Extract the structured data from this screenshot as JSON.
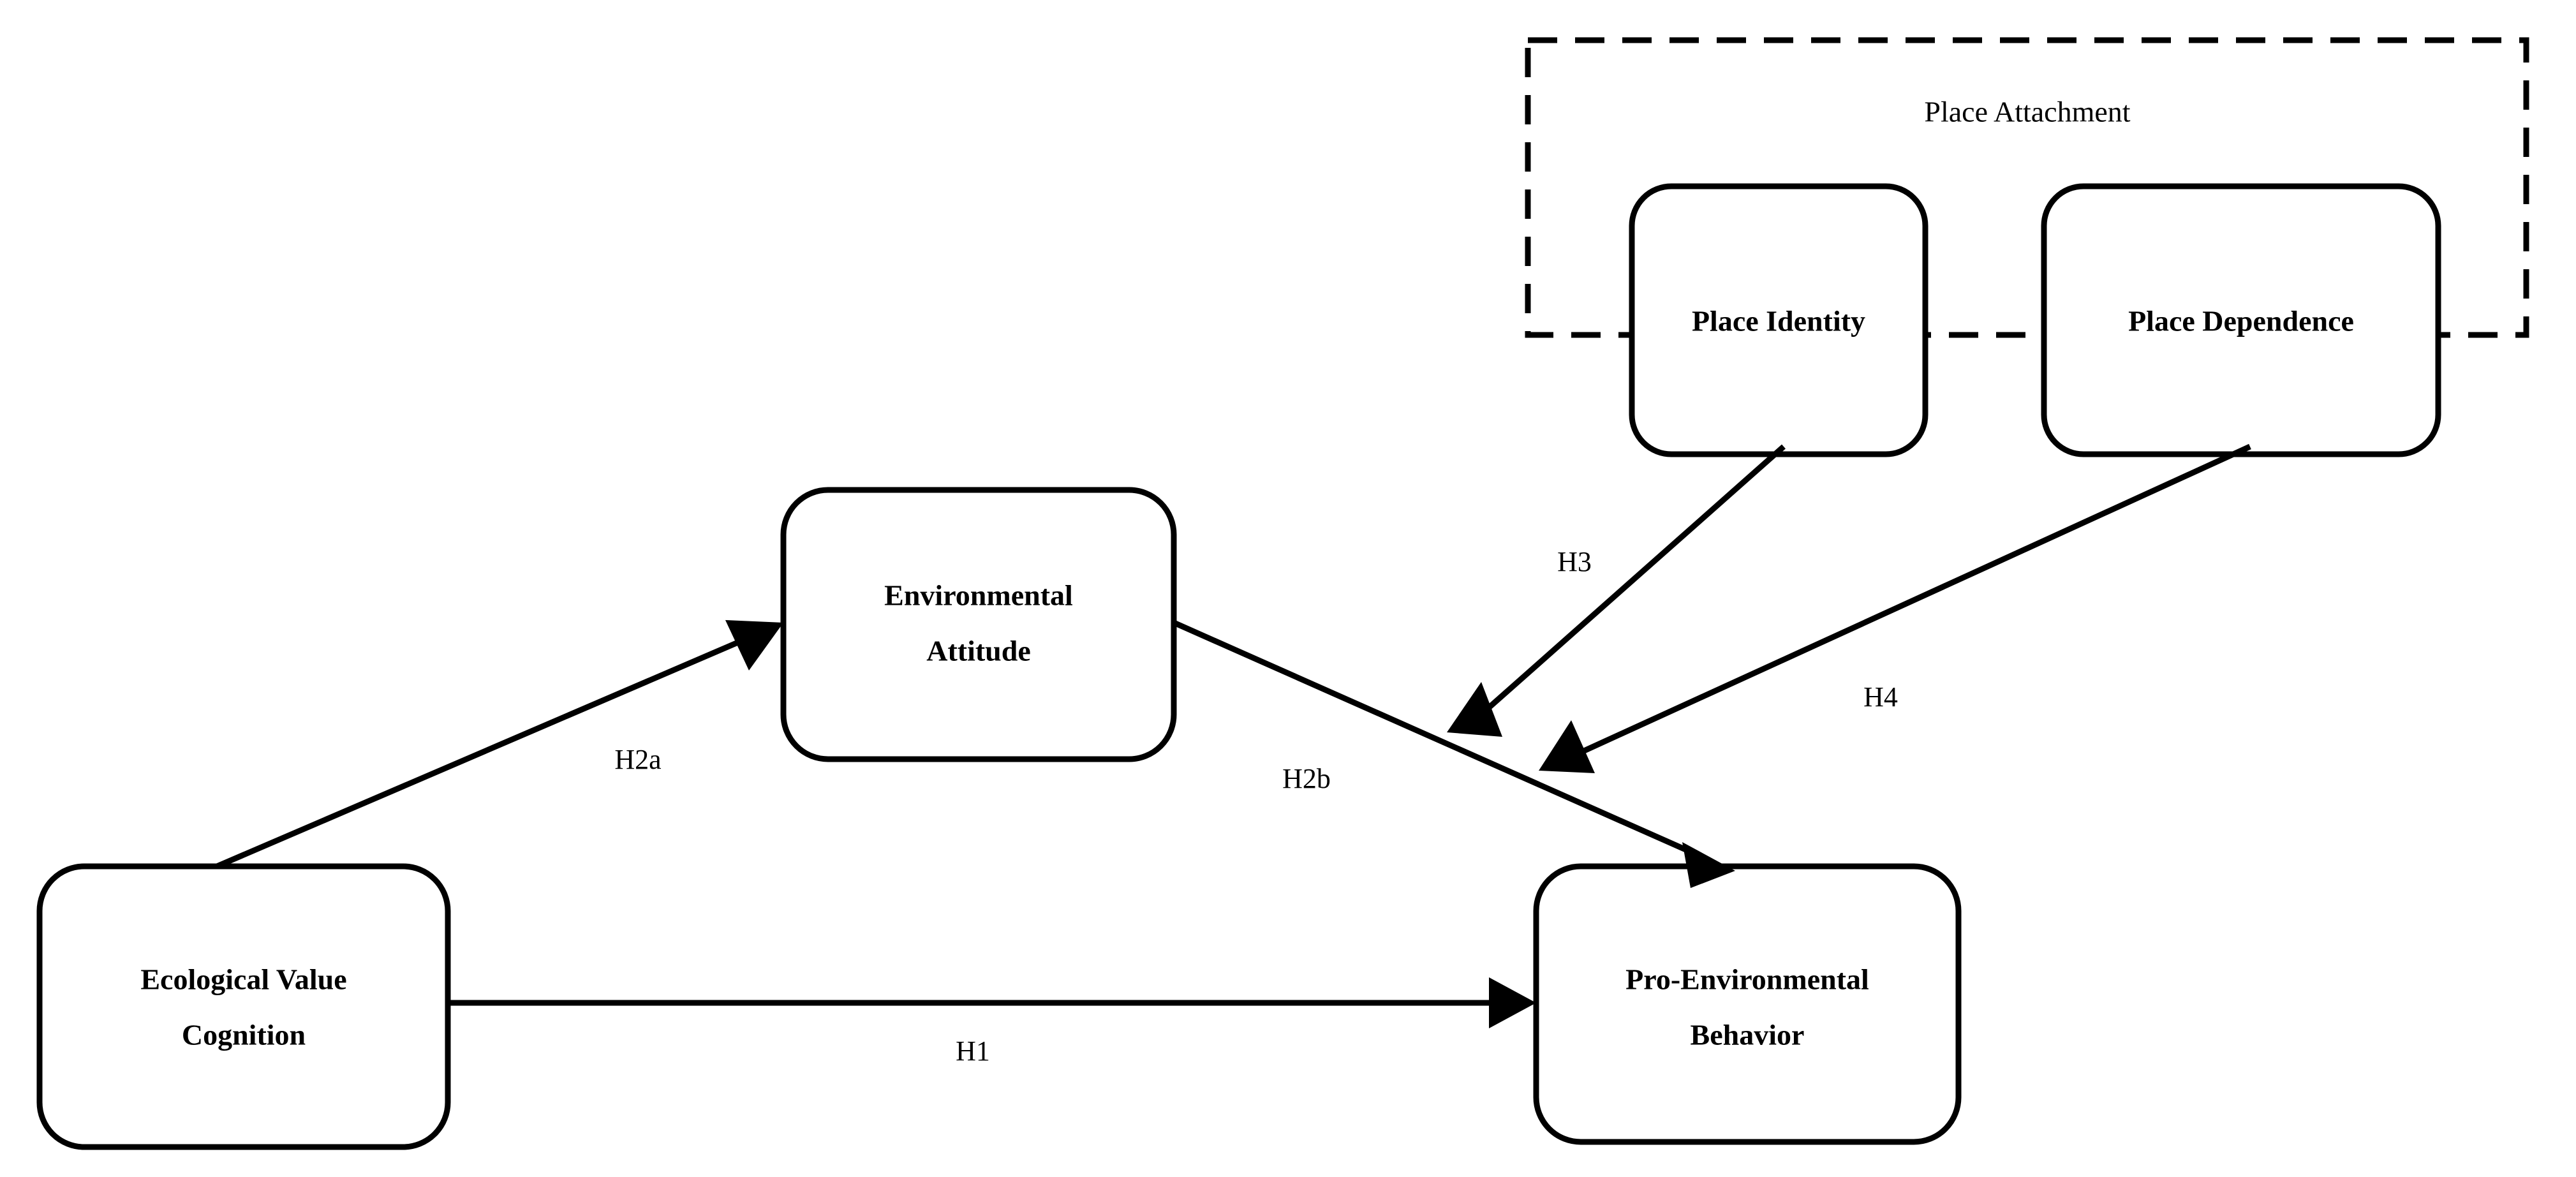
{
  "diagram": {
    "type": "conceptual-model",
    "title": "",
    "background_color": "#ffffff",
    "stroke_color": "#000000",
    "nodes": [
      {
        "id": "ecological-value-cognition",
        "label_line1": "Ecological Value",
        "label_line2": "Cognition",
        "shape": "rounded-rectangle"
      },
      {
        "id": "environmental-attitude",
        "label_line1": "Environmental",
        "label_line2": "Attitude",
        "shape": "rounded-rectangle"
      },
      {
        "id": "pro-environmental-behavior",
        "label_line1": "Pro-Environmental",
        "label_line2": "Behavior",
        "shape": "rounded-rectangle"
      },
      {
        "id": "place-identity",
        "label_line1": "Place Identity",
        "label_line2": "",
        "shape": "rounded-rectangle"
      },
      {
        "id": "place-dependence",
        "label_line1": "Place Dependence",
        "label_line2": "",
        "shape": "rounded-rectangle"
      }
    ],
    "group": {
      "id": "place-attachment",
      "label": "Place Attachment",
      "border_style": "dashed"
    },
    "edges": [
      {
        "id": "h1",
        "label": "H1",
        "from": "ecological-value-cognition",
        "to": "pro-environmental-behavior",
        "style": "solid-arrow"
      },
      {
        "id": "h2a",
        "label": "H2a",
        "from": "ecological-value-cognition",
        "to": "environmental-attitude",
        "style": "solid-arrow"
      },
      {
        "id": "h2b",
        "label": "H2b",
        "from": "environmental-attitude",
        "to": "pro-environmental-behavior",
        "style": "solid-arrow"
      },
      {
        "id": "h3",
        "label": "H3",
        "from": "place-identity",
        "to": "h2b-path",
        "style": "solid-arrow"
      },
      {
        "id": "h4",
        "label": "H4",
        "from": "place-dependence",
        "to": "h2b-path",
        "style": "solid-arrow"
      }
    ]
  }
}
